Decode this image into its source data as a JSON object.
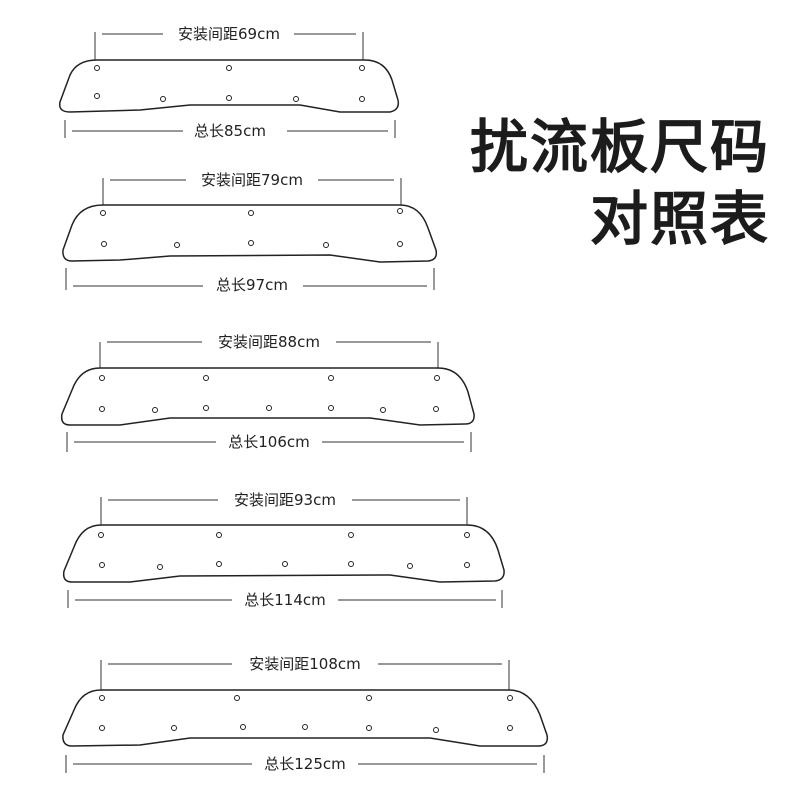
{
  "title": {
    "line1": "扰流板尺码",
    "line2": "对照表"
  },
  "spoilers": [
    {
      "mount_label": "安装间距69cm",
      "length_label": "总长85cm"
    },
    {
      "mount_label": "安装间距79cm",
      "length_label": "总长97cm"
    },
    {
      "mount_label": "安装间距88cm",
      "length_label": "总长106cm"
    },
    {
      "mount_label": "安装间距93cm",
      "length_label": "总长114cm"
    },
    {
      "mount_label": "安装间距108cm",
      "length_label": "总长125cm"
    }
  ]
}
